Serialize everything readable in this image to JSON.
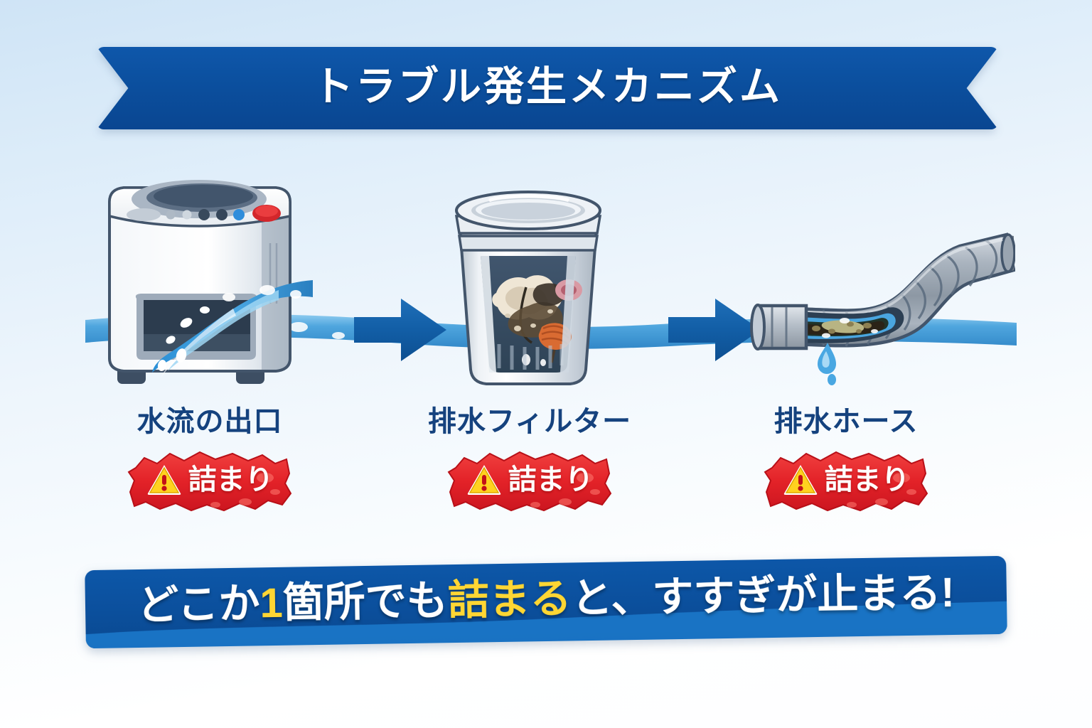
{
  "header": {
    "title": "トラブル発生メカニズム",
    "ribbon_color": "#0b4f9e",
    "title_color": "#ffffff"
  },
  "theme": {
    "background_top": "#cfe4f6",
    "background_bottom": "#ffffff",
    "accent_blue": "#0b4f9e",
    "label_navy": "#15427e",
    "water_blue": "#2f8fd4",
    "arrow_blue": "#1463ab",
    "alert_red": "#e8252b",
    "warning_yellow": "#ffd633"
  },
  "flow": {
    "stages": [
      {
        "id": "water-outlet",
        "label": "水流の出口",
        "illustration": "washing-machine",
        "badge": {
          "text": "詰まり",
          "icon": "warning-triangle-icon",
          "color": "#e8252b"
        }
      },
      {
        "id": "drain-filter",
        "label": "排水フィルター",
        "illustration": "drain-filter-cup",
        "badge": {
          "text": "詰まり",
          "icon": "warning-triangle-icon",
          "color": "#e8252b"
        }
      },
      {
        "id": "drain-hose",
        "label": "排水ホース",
        "illustration": "drain-hose",
        "badge": {
          "text": "詰まり",
          "icon": "warning-triangle-icon",
          "color": "#e8252b"
        }
      }
    ],
    "connector_icon": "right-arrow-icon",
    "connector_count": 2
  },
  "footer": {
    "segments": [
      {
        "text": "どこか",
        "color": "white"
      },
      {
        "text": "1",
        "color": "yellow"
      },
      {
        "text": "箇所でも",
        "color": "white"
      },
      {
        "text": "詰まる",
        "color": "yellow"
      },
      {
        "text": "と、すすぎが止まる!",
        "color": "white"
      }
    ],
    "full_text": "どこか1箇所でも詰まると、すすぎが止まる!",
    "banner_color": "#0b4f9e"
  }
}
